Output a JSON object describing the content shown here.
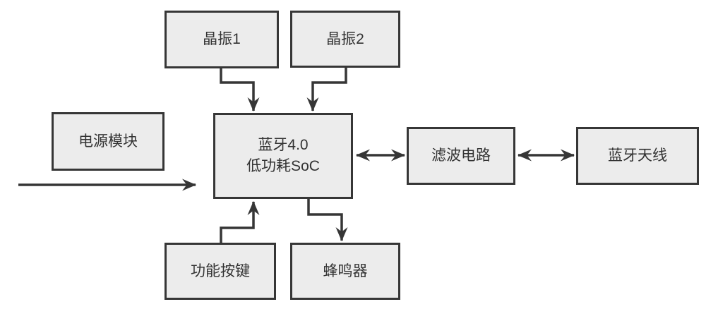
{
  "diagram": {
    "type": "block-diagram",
    "nodes": {
      "crystal1": {
        "label": "晶振1"
      },
      "crystal2": {
        "label": "晶振2"
      },
      "power": {
        "label": "电源模块"
      },
      "soc": {
        "line1": "蓝牙4.0",
        "line2": "低功耗SoC"
      },
      "filter": {
        "label": "滤波电路"
      },
      "antenna": {
        "label": "蓝牙天线"
      },
      "buttons": {
        "label": "功能按键"
      },
      "buzzer": {
        "label": "蜂鸣器"
      }
    },
    "edges": [
      {
        "id": "crystal1-to-soc",
        "from": "crystal1",
        "to": "soc",
        "style": "single-arrow",
        "shape": "elbow-down"
      },
      {
        "id": "crystal2-to-soc",
        "from": "crystal2",
        "to": "soc",
        "style": "single-arrow",
        "shape": "elbow-down"
      },
      {
        "id": "left-input-to-soc",
        "from": "left-margin",
        "to": "soc",
        "style": "single-arrow",
        "shape": "straight-horizontal"
      },
      {
        "id": "soc-filter",
        "from": "soc",
        "to": "filter",
        "style": "double-arrow",
        "shape": "straight-horizontal"
      },
      {
        "id": "filter-antenna",
        "from": "filter",
        "to": "antenna",
        "style": "double-arrow",
        "shape": "straight-horizontal"
      },
      {
        "id": "buttons-to-soc",
        "from": "buttons",
        "to": "soc",
        "style": "single-arrow",
        "shape": "elbow-up"
      },
      {
        "id": "soc-to-buzzer",
        "from": "soc",
        "to": "buzzer",
        "style": "single-arrow",
        "shape": "elbow-down"
      }
    ],
    "colors": {
      "background": "#ffffff",
      "box_fill": "#ececec",
      "box_border": "#363636",
      "arrow": "#363636",
      "text": "#333333"
    }
  }
}
